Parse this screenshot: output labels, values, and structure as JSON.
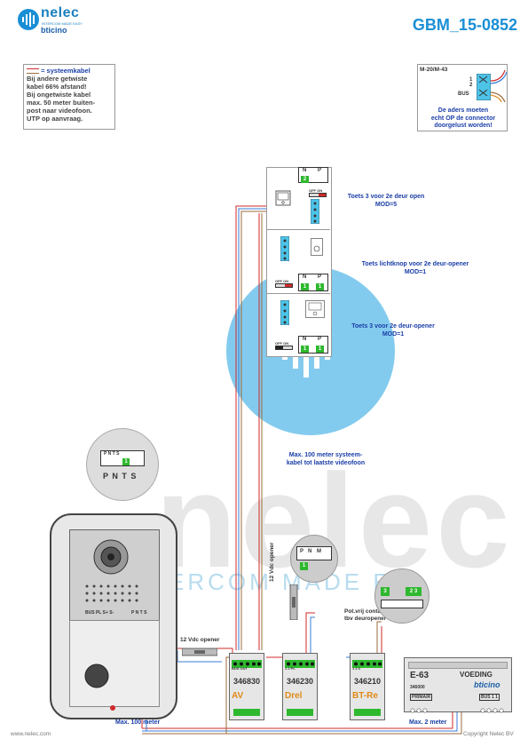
{
  "header": {
    "brand_name": "nelec",
    "brand_tagline": "INTERCOM MADE EASY",
    "brand_sub": "bticino",
    "doc_id": "GBM_15-0852"
  },
  "legend": {
    "line1": "= systeemkabel",
    "line2": "Bij andere getwiste",
    "line3": "kabel 66% afstand!",
    "line4": "Bij ongetwiste kabel",
    "line5": "max. 50 meter buiten-",
    "line6": "post naar videofoon.",
    "line7": "UTP op aanvraag."
  },
  "connector_box": {
    "title": "M-20/M-43",
    "pin1": "1",
    "pin2": "2",
    "bus": "BUS",
    "note1": "De aders moeten",
    "note2": "echt OP de connector",
    "note3": "doorgelust worden!"
  },
  "monitors": [
    {
      "label1": "Toets 3 voor 2e deur open",
      "label2": "MOD=5",
      "n": "N",
      "p": "P",
      "n_val": "2",
      "p_val": "",
      "switch": "OFF ON"
    },
    {
      "label1": "Toets lichtknop  voor 2e deur-opener",
      "label2": "MOD=1",
      "n": "N",
      "p": "P",
      "n_val": "1",
      "p_val": "1",
      "switch": "OFF ON"
    },
    {
      "label1": "Toets 3 voor 2e deur-opener",
      "label2": "MOD=1",
      "n": "N",
      "p": "P",
      "n_val": "1",
      "p_val": "1",
      "switch": "OFF ON"
    }
  ],
  "cable_note": {
    "line1": "Max. 100 meter systeem-",
    "line2": "kabel tot laatste videofoon"
  },
  "panel_zoom": {
    "header": "P  N  T  S",
    "value": "1",
    "footer": "P N T S"
  },
  "door_panel": {
    "terminals": "BUS PL S+ S-",
    "pnts": "P N T S"
  },
  "openers": {
    "opener1": "12 Vdc opener",
    "opener2": "12 Vdc opener"
  },
  "pot_contact": {
    "line1": "Pot.vrij contact",
    "line2": "tbv deuropener"
  },
  "modules": [
    {
      "code": "346830",
      "badge": "AV",
      "sub": "BUS OUT"
    },
    {
      "code": "346230",
      "badge": "Drel",
      "sub": "1 2 PL"
    },
    {
      "code": "346210",
      "badge": "BT-Re",
      "sub": "1 2 3"
    }
  ],
  "zoom_p": {
    "p": "P",
    "n": "N",
    "mod": "M",
    "val": "1"
  },
  "zoom_m": {
    "left": "3",
    "right": "2 3"
  },
  "power": {
    "code": "E-63",
    "title": "VOEDING",
    "brand": "bticino",
    "part": "346000",
    "primair": "PRIMAIR",
    "bus": "BUS 1 1"
  },
  "distance": {
    "left": "Max. 100 meter",
    "right": "Max. 2 meter"
  },
  "footer": {
    "left": "www.nelec.com",
    "right": "Copyright Nelec BV"
  },
  "watermark": {
    "word": "nelec",
    "tagline": "ERCOM MADE EA"
  },
  "colors": {
    "brand_blue": "#1a8fd6",
    "label_blue": "#1a3ea8",
    "module_green": "#2eb82e",
    "wire_red": "#d02a2a",
    "wire_blue": "#3a7bd5",
    "wire_brown": "#9b6b3a"
  }
}
